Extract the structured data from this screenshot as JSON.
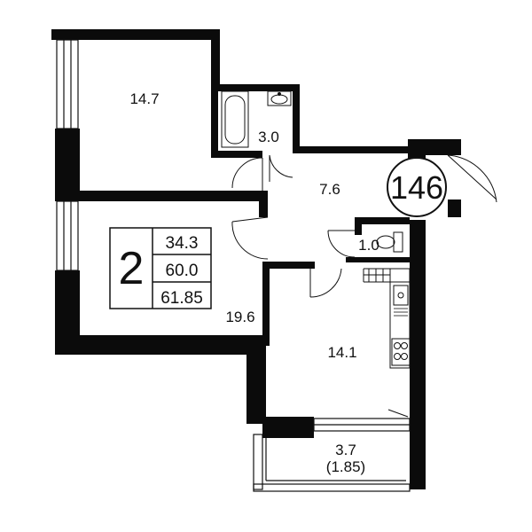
{
  "colors": {
    "wall": "#0b0b0b",
    "line": "#111111",
    "background": "#ffffff"
  },
  "apartment": {
    "number": "146",
    "rooms": "2",
    "living_area": "34.3",
    "total_area": "60.0",
    "total_area_with_balcony": "61.85"
  },
  "rooms": {
    "bedroom": "14.7",
    "bathroom": "3.0",
    "hallway": "7.6",
    "toilet": "1.0",
    "living_room": "19.6",
    "kitchen": "14.1",
    "balcony": "3.7",
    "balcony_reduced": "(1.85)"
  },
  "fixtures": {
    "bathtub": "bathtub-icon",
    "sink": "sink-icon",
    "toilet": "toilet-icon",
    "kitchen_sink": "kitchen-sink-icon",
    "stove": "stove-icon"
  }
}
